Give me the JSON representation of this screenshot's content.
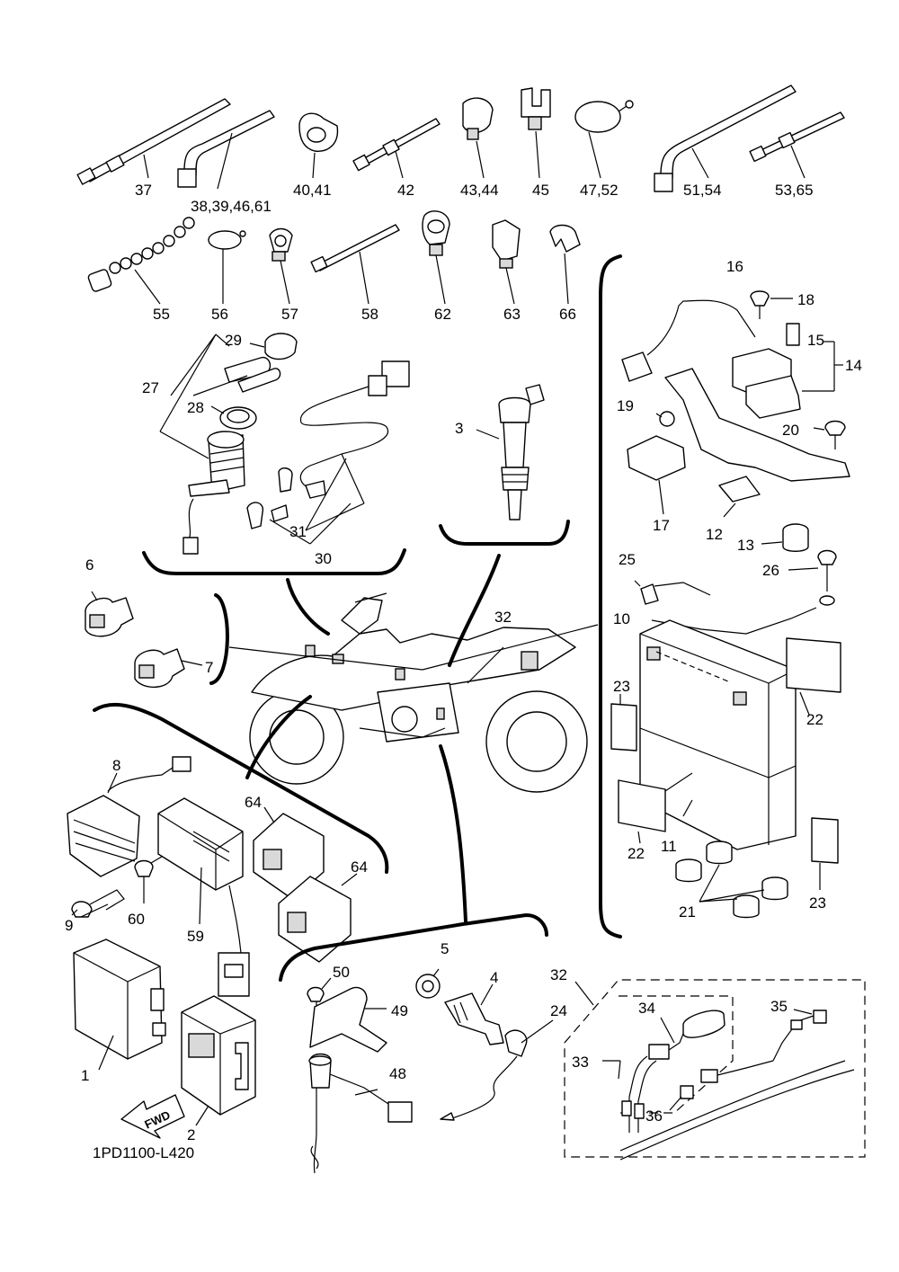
{
  "diagram_code": "1PD1100-L420",
  "fwd_label": "FWD",
  "callouts": {
    "c1": "1",
    "c2": "2",
    "c3": "3",
    "c4": "4",
    "c5": "5",
    "c6": "6",
    "c7": "7",
    "c8": "8",
    "c9": "9",
    "c10": "10",
    "c11": "11",
    "c12": "12",
    "c13": "13",
    "c14": "14",
    "c15": "15",
    "c16": "16",
    "c17": "17",
    "c18": "18",
    "c19": "19",
    "c20": "20",
    "c21": "21",
    "c22a": "22",
    "c22b": "22",
    "c23a": "23",
    "c23b": "23",
    "c24": "24",
    "c25": "25",
    "c26": "26",
    "c27": "27",
    "c28": "28",
    "c29": "29",
    "c30": "30",
    "c31": "31",
    "c32a": "32",
    "c32b": "32",
    "c33": "33",
    "c34": "34",
    "c35": "35",
    "c36": "36",
    "c37": "37",
    "c38": "38,39,46,61",
    "c40": "40,41",
    "c42": "42",
    "c43": "43,44",
    "c45": "45",
    "c47": "47,52",
    "c48": "48",
    "c49": "49",
    "c50": "50",
    "c51": "51,54",
    "c53": "53,65",
    "c55": "55",
    "c56": "56",
    "c57": "57",
    "c58": "58",
    "c59": "59",
    "c60": "60",
    "c62": "62",
    "c63": "63",
    "c64a": "64",
    "c64b": "64",
    "c66": "66"
  },
  "colors": {
    "line": "#000000",
    "fill": "#ffffff",
    "shade": "#d9d9d9"
  }
}
